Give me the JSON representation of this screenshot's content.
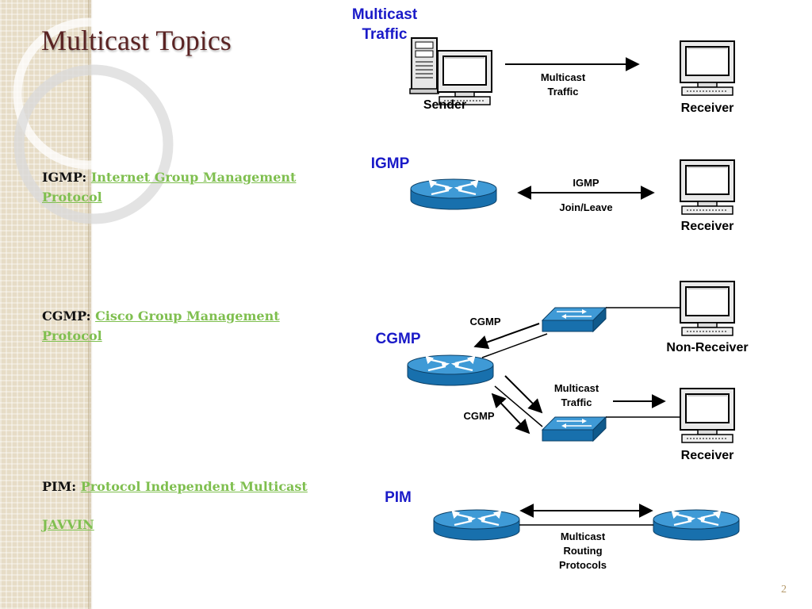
{
  "slide": {
    "title": "Multicast Topics",
    "page_number": "2"
  },
  "topics": [
    {
      "abbr": "IGMP:",
      "link": "Internet Group Management Protocol"
    },
    {
      "abbr": "CGMP:",
      "link": "Cisco Group Management Protocol"
    },
    {
      "abbr": "PIM:",
      "link": "Protocol Independent Multicast"
    }
  ],
  "source_link": "JAVVIN",
  "diagram": {
    "multicast_traffic_heading": [
      "Multicast",
      "Traffic"
    ],
    "sender_label": "Sender",
    "multicast_traffic_arrow": [
      "Multicast",
      "Traffic"
    ],
    "receiver_label": "Receiver",
    "igmp_heading": "IGMP",
    "igmp_arrow_top": "IGMP",
    "igmp_arrow_bottom": "Join/Leave",
    "cgmp_heading": "CGMP",
    "cgmp_upper": "CGMP",
    "cgmp_lower": "CGMP",
    "non_receiver_label": "Non-Receiver",
    "cgmp_traffic": [
      "Multicast",
      "Traffic"
    ],
    "pim_heading": "PIM",
    "pim_protocols": [
      "Multicast",
      "Routing",
      "Protocols"
    ],
    "colors": {
      "router": "#1d7fc0",
      "heading": "#1a1ac8",
      "title": "#5a2323",
      "link": "#7fbf4f"
    },
    "icons": [
      "server-icon",
      "monitor-icon",
      "router-icon",
      "switch-icon"
    ]
  }
}
